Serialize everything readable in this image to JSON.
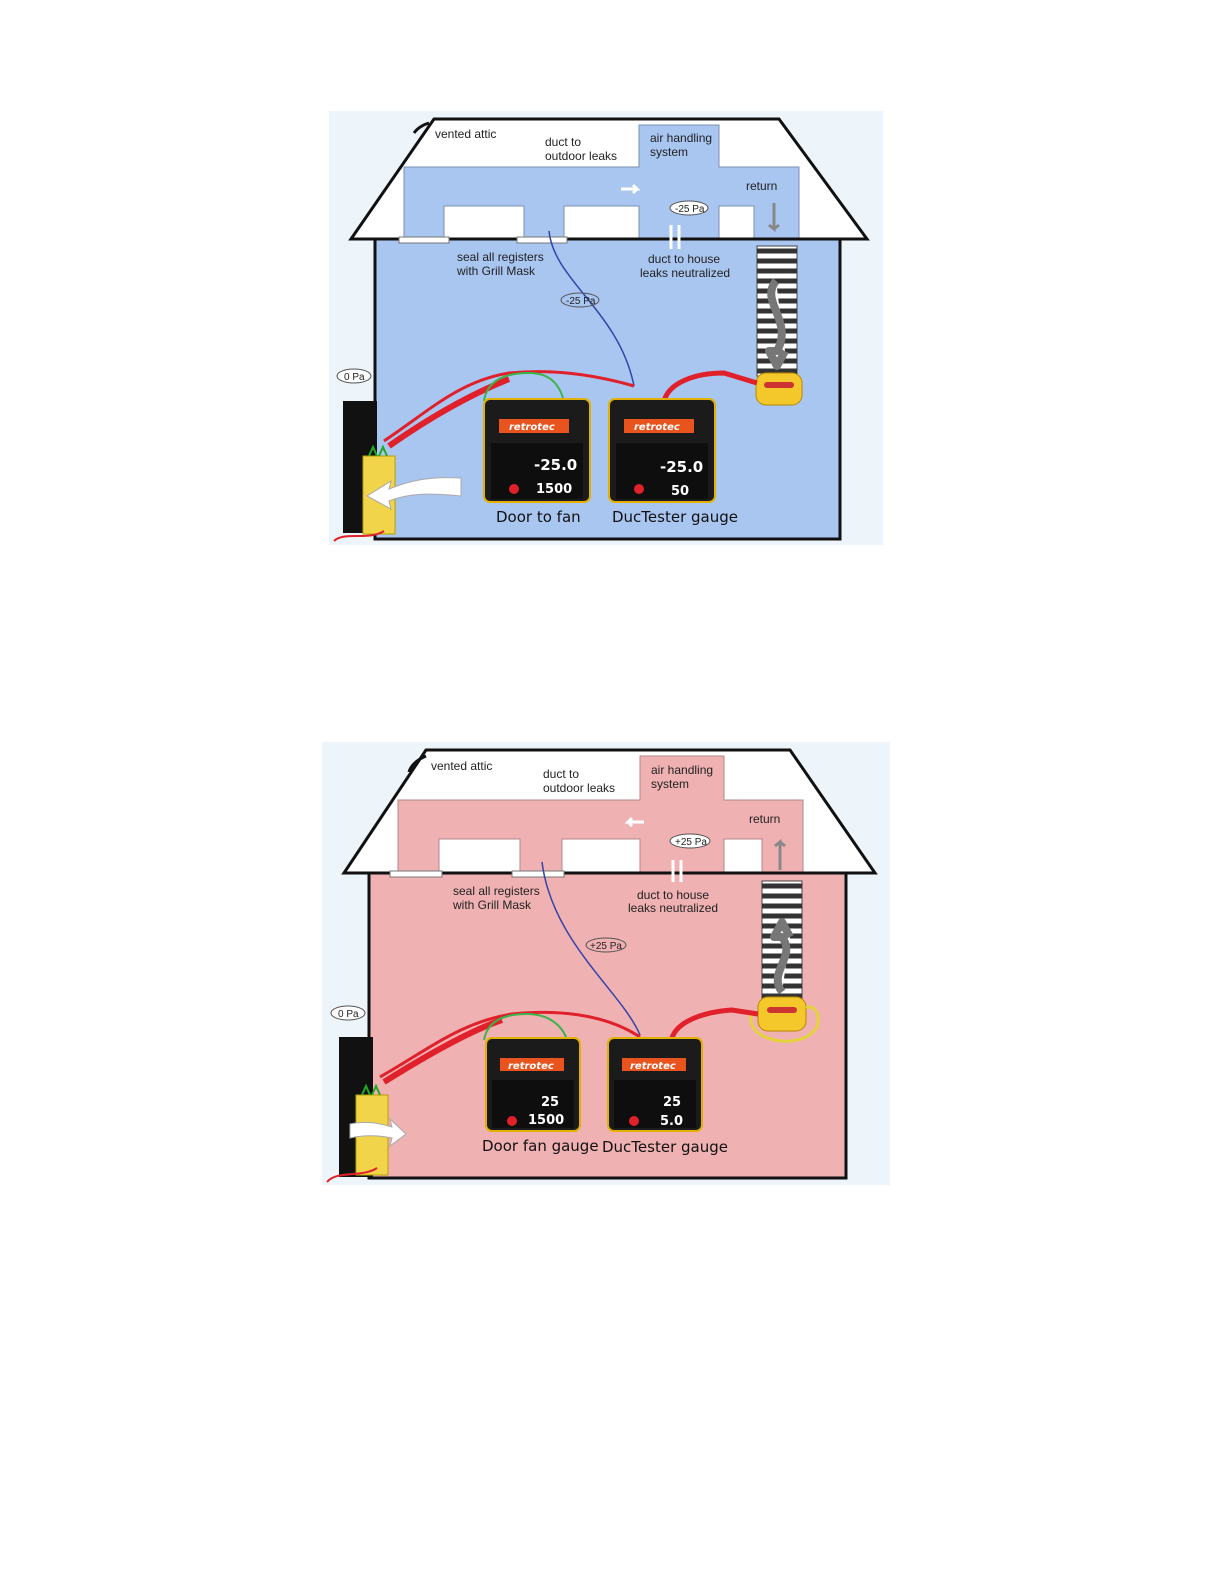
{
  "diagrams": [
    {
      "id": "depressurize",
      "colors": {
        "fill": "#a9c6f1",
        "background": "#eef5fa",
        "outline": "#111111"
      },
      "labels": {
        "vented_attic": "vented attic",
        "duct_outdoor_1": "duct to",
        "duct_outdoor_2": "outdoor leaks",
        "air_handling_1": "air handling",
        "air_handling_2": "system",
        "return": "return",
        "duct_pressure": "-25 Pa",
        "seal_1": "seal all registers",
        "seal_2": "with Grill Mask",
        "duct_house_1": "duct to house",
        "duct_house_2": "leaks neutralized",
        "tube_pressure": "-25 Pa",
        "outdoor_pressure": "0 Pa"
      },
      "gauges": [
        {
          "brand": "retrotec",
          "reading_top": "-25.0",
          "reading_bottom": "1500",
          "caption": "Door to fan"
        },
        {
          "brand": "retrotec",
          "reading_top": "-25.0",
          "reading_bottom": "50",
          "caption": "DucTester gauge"
        }
      ]
    },
    {
      "id": "pressurize",
      "colors": {
        "fill": "#f0b1b2",
        "background": "#eef5fa",
        "outline": "#111111"
      },
      "labels": {
        "vented_attic": "vented attic",
        "duct_outdoor_1": "duct to",
        "duct_outdoor_2": "outdoor leaks",
        "air_handling_1": "air handling",
        "air_handling_2": "system",
        "return": "return",
        "duct_pressure": "+25 Pa",
        "seal_1": "seal all registers",
        "seal_2": "with Grill Mask",
        "duct_house_1": "duct to house",
        "duct_house_2": "leaks neutralized",
        "tube_pressure": "+25 Pa",
        "outdoor_pressure": "0 Pa"
      },
      "gauges": [
        {
          "brand": "retrotec",
          "reading_top": "25",
          "reading_bottom": "1500",
          "caption": "Door fan gauge"
        },
        {
          "brand": "retrotec",
          "reading_top": "25",
          "reading_bottom": "5.0",
          "caption": "DucTester gauge"
        }
      ]
    }
  ]
}
